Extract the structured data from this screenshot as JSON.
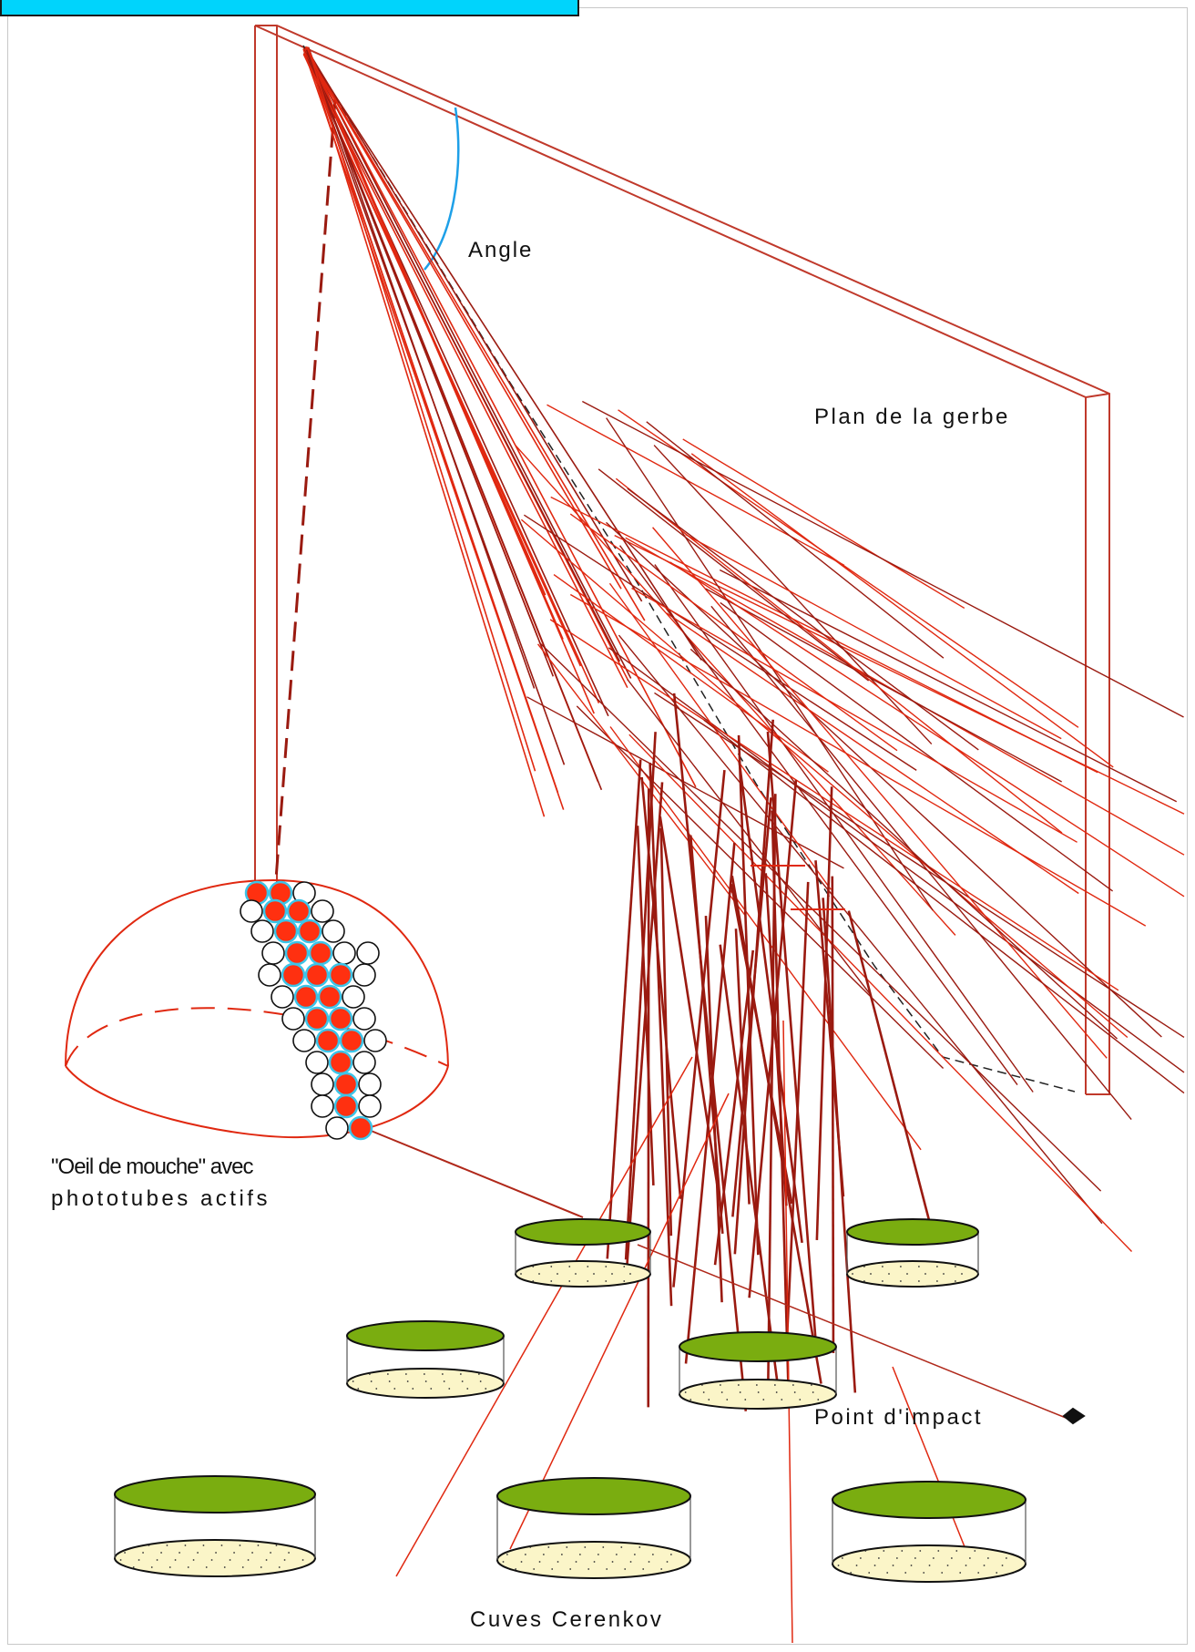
{
  "labels": {
    "angle": "Angle",
    "shower_plane": "Plan de la gerbe",
    "fly_eye_line1": "\"Oeil de mouche\" avec",
    "fly_eye_line2": "phototubes actifs",
    "impact_point": "Point d'impact",
    "tanks": "Cuves Cerenkov"
  },
  "colors": {
    "header_bar": "#00d4fc",
    "plane_outline": "#c0392b",
    "shower_red": "#e02810",
    "shower_dark": "#9a1a10",
    "angle_arc": "#1ea0e8",
    "tank_water_top": "#7aad10",
    "tank_bottom": "#fbf5c8",
    "phototube_active": "#ff3010",
    "phototube_border": "#3cc4e8"
  },
  "icons": {
    "impact_marker": "black-diamond-dot"
  }
}
